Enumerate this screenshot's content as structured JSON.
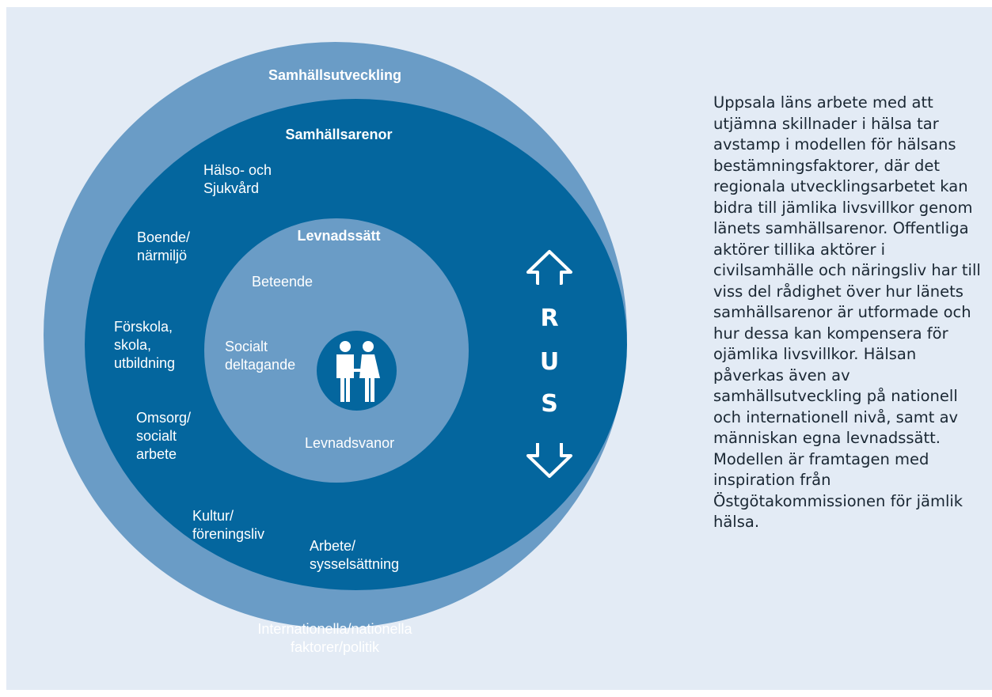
{
  "colors": {
    "background": "#e3ebf5",
    "outer_ring": "#6a9cc6",
    "middle_ring": "#04669e",
    "inner_circle": "#6a9cc6",
    "text_light": "#ffffff",
    "text_dark": "#1a2733"
  },
  "diagram": {
    "outer_title": "Samhällsutveckling",
    "middle_title": "Samhällsarenor",
    "inner_title": "Levnadssätt",
    "outer_footer": "Internationella/nationella\nfaktorer/politik",
    "arenas": [
      "Hälso- och\nSjukvård",
      "Boende/\nnärmiljö",
      "Förskola,\nskola,\nutbildning",
      "Omsorg/\nsocialt\narbete",
      "Kultur/\nföreningsliv",
      "Arbete/\nsysselsättning"
    ],
    "lifestyle": [
      "Beteende",
      "Socialt\ndeltagande",
      "Levnadsvanor"
    ],
    "center_icon": "couple-icon",
    "rus": {
      "letters": [
        "R",
        "U",
        "S"
      ],
      "up_icon": "arrow-up-icon",
      "down_icon": "arrow-down-icon"
    }
  },
  "description": "Uppsala läns arbete med att utjämna skillnader i hälsa tar avstamp i modellen för hälsans bestämningsfaktorer, där det regionala utvecklingsarbetet kan bidra till jämlika livsvillkor genom länets samhällsarenor. Offentliga aktörer tillika aktörer i civilsamhälle och näringsliv har till viss del rådighet över hur länets samhällsarenor är utformade och hur dessa kan kompensera för ojämlika livsvillkor. Hälsan påverkas även av samhällsutveckling på nationell och internationell nivå, samt av människan egna levnadssätt. Modellen är framtagen med inspiration från Östgötakommissionen för jämlik hälsa."
}
